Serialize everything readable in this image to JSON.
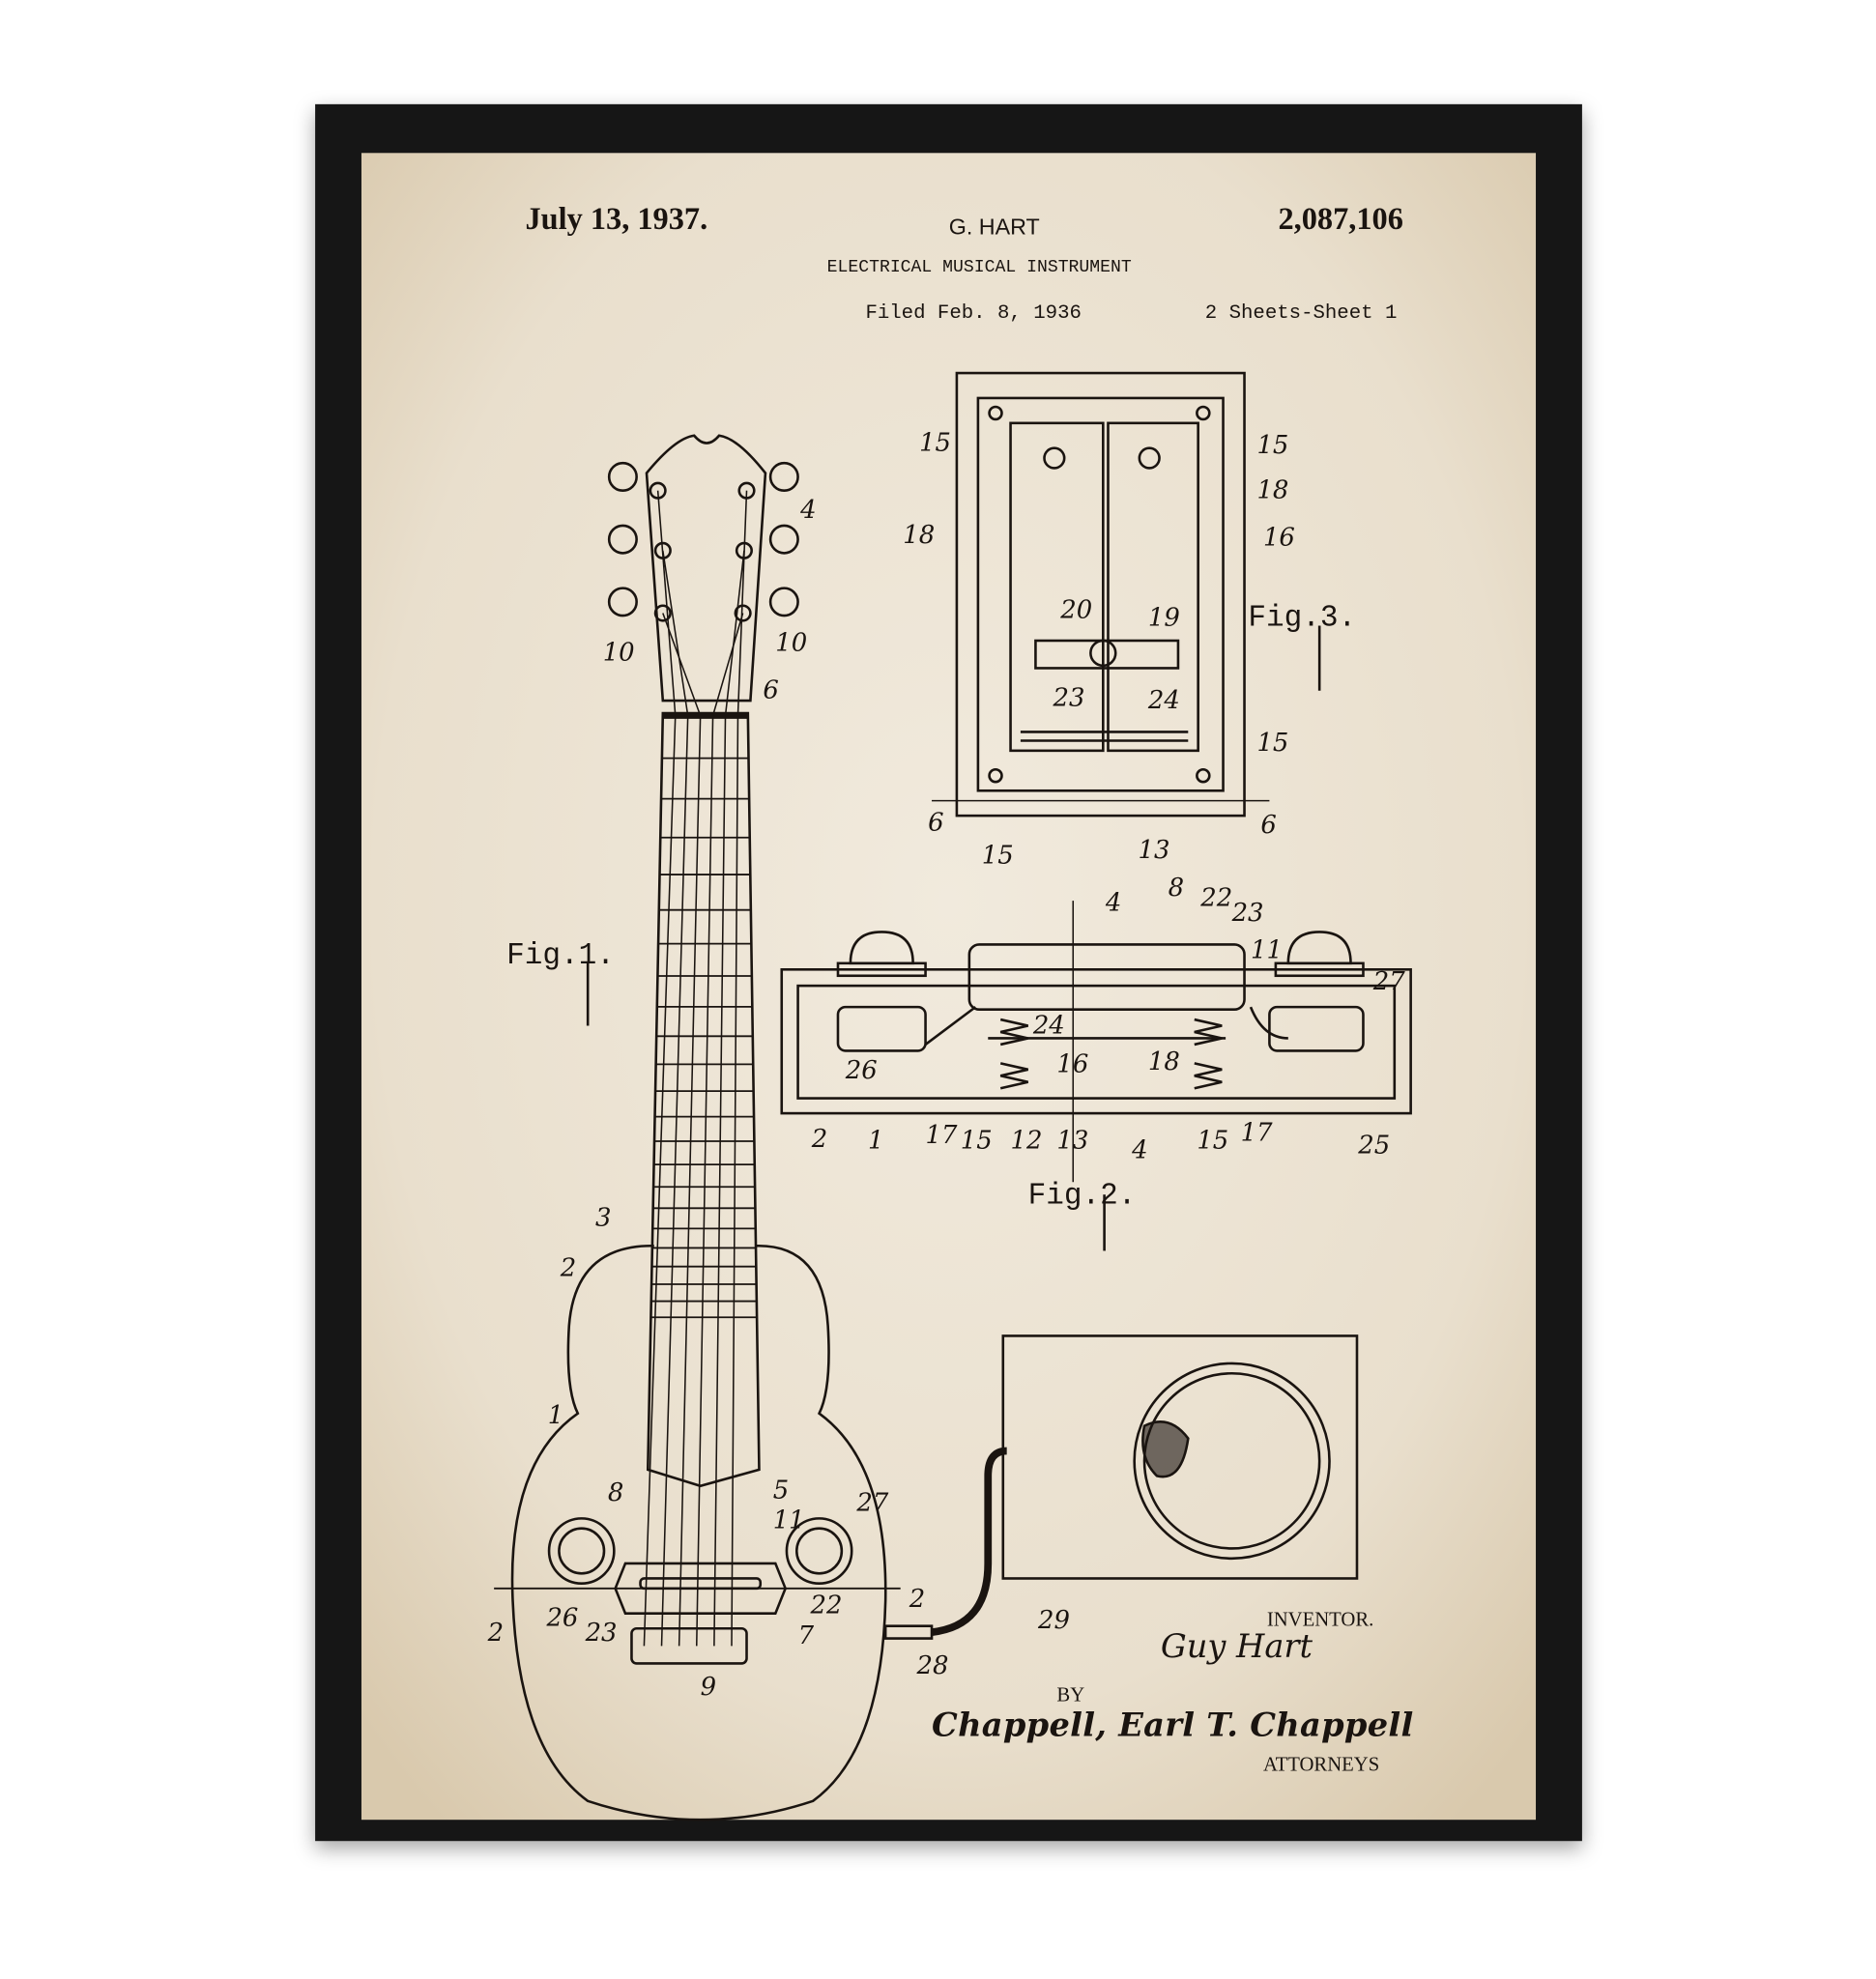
{
  "header": {
    "date": "July 13, 1937.",
    "inventor_name": "G. HART",
    "patent_number": "2,087,106",
    "title": "ELECTRICAL MUSICAL INSTRUMENT",
    "filed": "Filed Feb. 8, 1936",
    "sheets": "2 Sheets-Sheet 1"
  },
  "figures": {
    "fig1": "Fig.1.",
    "fig2": "Fig.2.",
    "fig3": "Fig.3."
  },
  "drawing": {
    "labels": [
      "4",
      "10",
      "10",
      "6",
      "3",
      "2",
      "1",
      "8",
      "5",
      "27",
      "11",
      "26",
      "23",
      "22",
      "7",
      "9",
      "2",
      "2",
      "28",
      "29",
      "15",
      "15",
      "18",
      "18",
      "16",
      "20",
      "19",
      "23",
      "24",
      "15",
      "15",
      "13",
      "6",
      "6",
      "8",
      "22",
      "23",
      "4",
      "11",
      "27",
      "24",
      "16",
      "18",
      "26",
      "2",
      "1",
      "17",
      "15",
      "12",
      "13",
      "4",
      "15",
      "17",
      "25"
    ]
  },
  "footer": {
    "inventor_label": "INVENTOR.",
    "inventor_signature": "Guy Hart",
    "by_label": "BY",
    "attorney_signature": "Chappell, Earl T. Chappell",
    "attorneys_label": "ATTORNEYS"
  },
  "colors": {
    "frame": "#161616",
    "paper": "#ece3d3",
    "ink": "#1a1410"
  }
}
